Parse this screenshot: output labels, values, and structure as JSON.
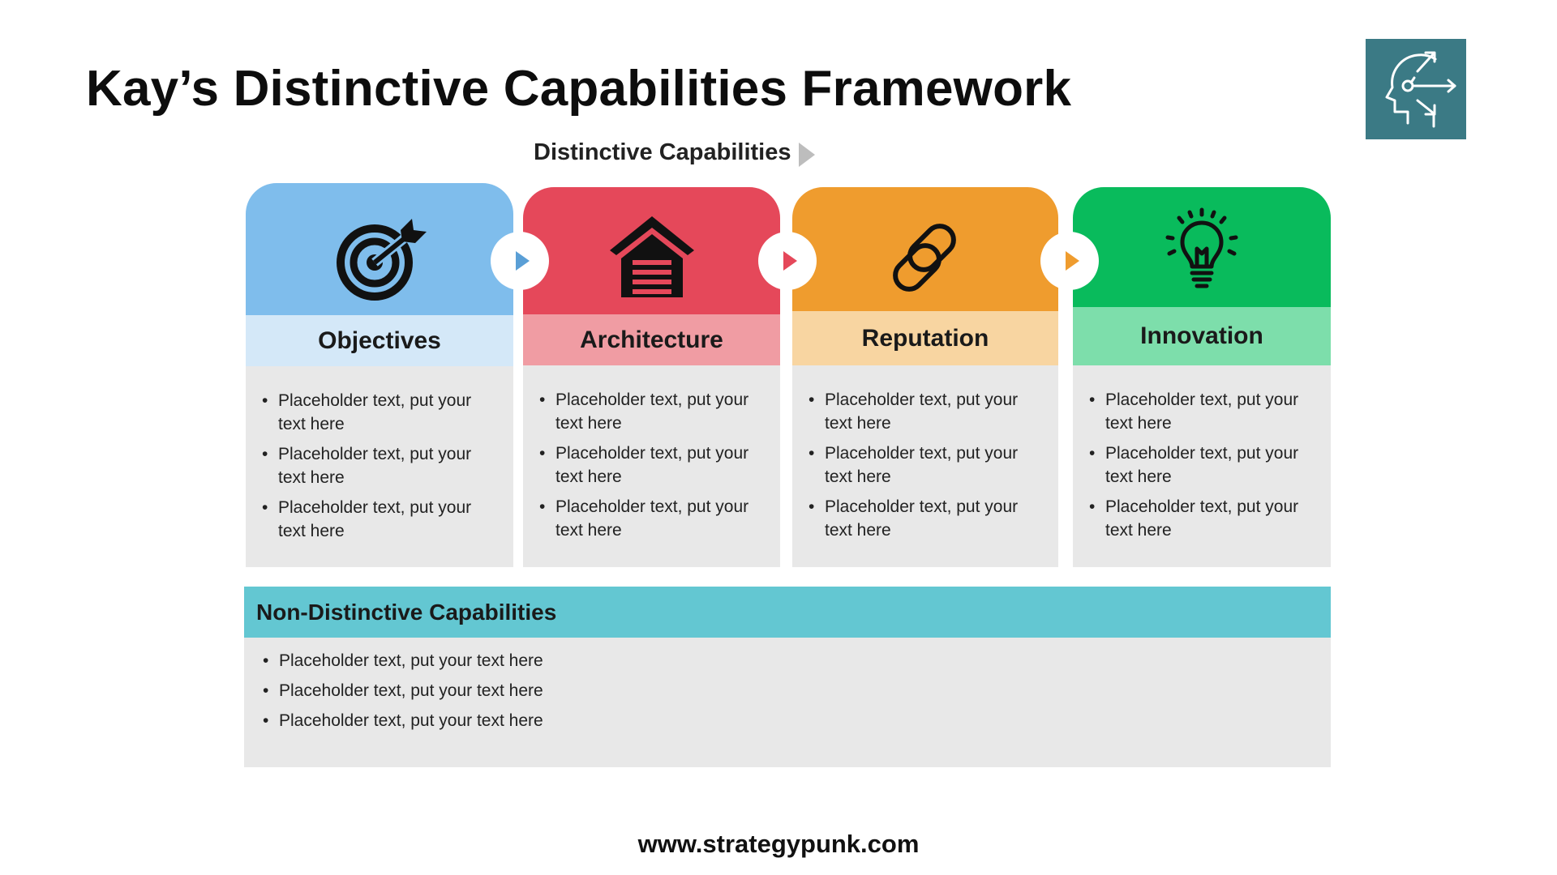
{
  "title": "Kay’s Distinctive Capabilities Framework",
  "logo_icon": "head-decision-arrows-icon",
  "distinctive_label": "Distinctive Capabilities",
  "cards": [
    {
      "label": "Objectives",
      "icon": "target-arrow-icon",
      "color": "#7fbdec",
      "band_color": "#d4e8f8",
      "bullets": [
        "Placeholder text, put your text here",
        "Placeholder text, put your text here",
        "Placeholder text, put your text here"
      ]
    },
    {
      "label": "Architecture",
      "icon": "garage-house-icon",
      "color": "#e5485a",
      "band_color": "#f09ca3",
      "bullets": [
        "Placeholder text, put your text here",
        "Placeholder text, put your text here",
        "Placeholder text, put your text here"
      ]
    },
    {
      "label": "Reputation",
      "icon": "chain-link-icon",
      "color": "#ef9c2e",
      "band_color": "#f8d5a1",
      "bullets": [
        "Placeholder text, put your text here",
        "Placeholder text, put your text here",
        "Placeholder text, put your text here"
      ]
    },
    {
      "label": "Innovation",
      "icon": "lightbulb-icon",
      "color": "#09bb5c",
      "band_color": "#7ddeab",
      "bullets": [
        "Placeholder text, put your text here",
        "Placeholder text, put your text here",
        "Placeholder text, put your text here"
      ]
    }
  ],
  "non_distinctive": {
    "label": "Non-Distinctive Capabilities",
    "color": "#63c7d2",
    "bullets": [
      "Placeholder text, put your text here",
      "Placeholder text, put your text here",
      "Placeholder text, put your text here"
    ]
  },
  "footer": "www.strategypunk.com"
}
